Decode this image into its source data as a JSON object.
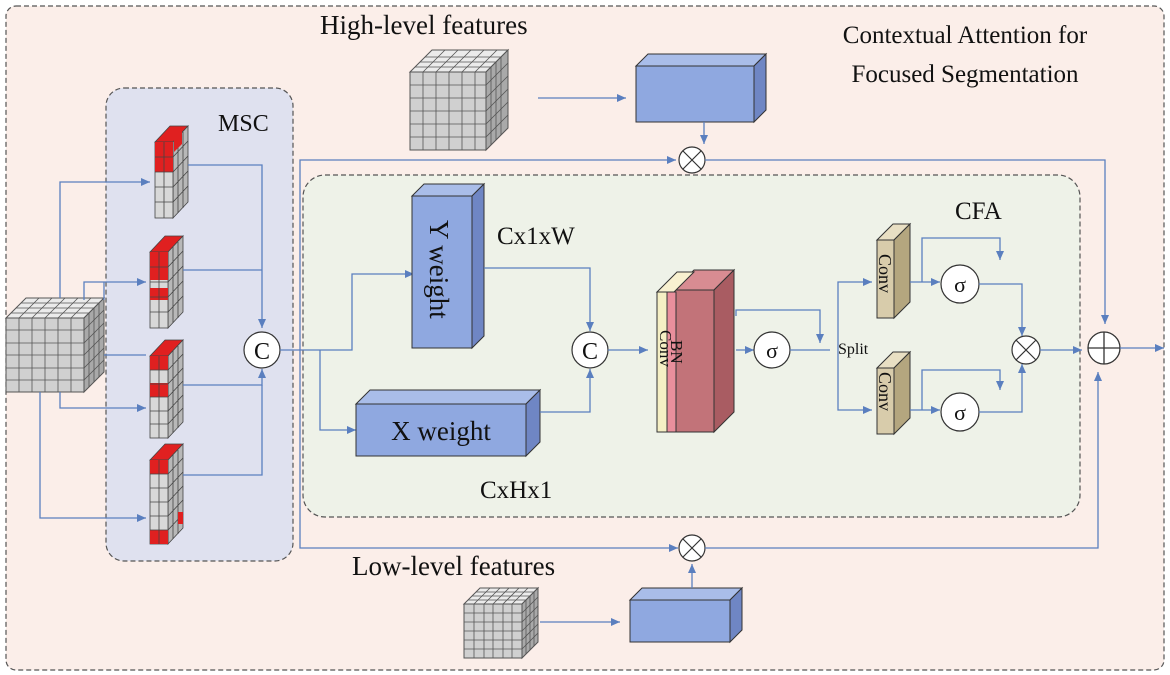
{
  "title": "Contextual Attention for Focused Segmentation",
  "title_lines": [
    "Contextual Attention for",
    "Focused Segmentation"
  ],
  "labels": {
    "high_level": "High-level features",
    "low_level": "Low-level features",
    "msc": "MSC",
    "cfa": "CFA",
    "y_weight": "Y weight",
    "x_weight": "X weight",
    "cx1xw": "Cx1xW",
    "cxhx1": "CxHx1",
    "bn": "BN",
    "conv": "Conv",
    "split": "Split",
    "concat": "C",
    "sigma": "σ",
    "multiply": "⊗",
    "add": "⊕"
  },
  "colors": {
    "background": "#fbeee9",
    "msc_panel": "#dfe1ef",
    "cfa_panel": "#eef2e8",
    "arrow": "#5a7fbf",
    "block_blue": "#8fa8e0",
    "block_blue_dark": "#6f86c4",
    "red_cell": "#e02020",
    "grid_gray": "#c8c8c8",
    "bn_pink": "#e98f9c",
    "conv_cream": "#f5efc4",
    "block_maroon": "#c27379",
    "conv_tan": "#d8ccab"
  }
}
